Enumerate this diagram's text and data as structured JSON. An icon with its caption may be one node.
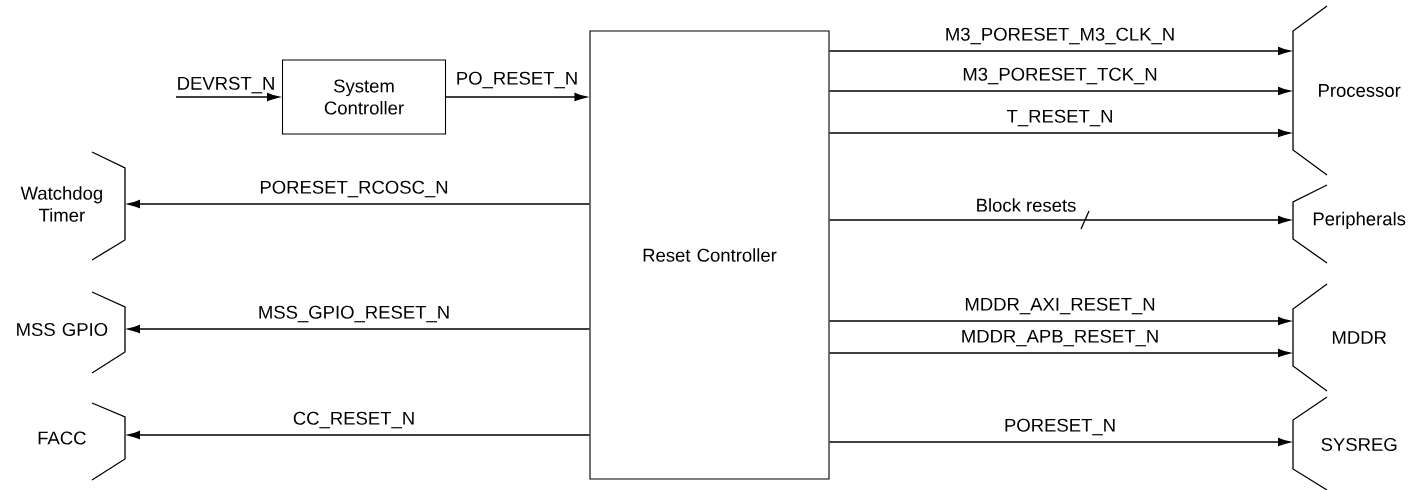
{
  "diagram": {
    "nodes": [
      {
        "text": [
          "DEVRST_N"
        ]
      },
      {
        "text": [
          "System Controller"
        ]
      },
      {
        "text": [
          "Reset Controller"
        ]
      },
      {
        "text": [
          "Watchdog Timer"
        ]
      },
      {
        "text": [
          "MSS GPIO"
        ]
      },
      {
        "text": [
          "FACC"
        ]
      },
      {
        "text": [
          "Processor"
        ]
      },
      {
        "text": [
          "Peripherals"
        ]
      },
      {
        "text": [
          "MDDR"
        ]
      },
      {
        "text": [
          "SYSREG"
        ]
      }
    ],
    "edges": [
      {
        "from": 0,
        "to": 1,
        "arrow": "to"
      },
      {
        "from": 1,
        "to": 2,
        "arrow": "to",
        "label": "PO_RESET_N"
      },
      {
        "from": 2,
        "to": 6,
        "arrow": "to",
        "label": "M3_PORESET_M3_CLK_N"
      },
      {
        "from": 2,
        "to": 6,
        "arrow": "to",
        "label": "M3_PORESET_TCK_N"
      },
      {
        "from": 2,
        "to": 6,
        "arrow": "to",
        "label": "T_RESET_N"
      },
      {
        "from": 2,
        "to": 3,
        "arrow": "to",
        "label": "PORESET_RCOSC_N"
      },
      {
        "from": 2,
        "to": 7,
        "arrow": "to",
        "label": "Block resets"
      },
      {
        "from": 2,
        "to": 4,
        "arrow": "to",
        "label": "MSS_GPIO_RESET_N"
      },
      {
        "from": 2,
        "to": 8,
        "arrow": "to",
        "label": "MDDR_AXI_RESET_N"
      },
      {
        "from": 2,
        "to": 8,
        "arrow": "to",
        "label": "MDDR_APB_RESET_N"
      },
      {
        "from": 2,
        "to": 5,
        "arrow": "to",
        "label": "CC_RESET_N"
      },
      {
        "from": 2,
        "to": 9,
        "arrow": "to",
        "label": "PORESET_N"
      }
    ]
  }
}
